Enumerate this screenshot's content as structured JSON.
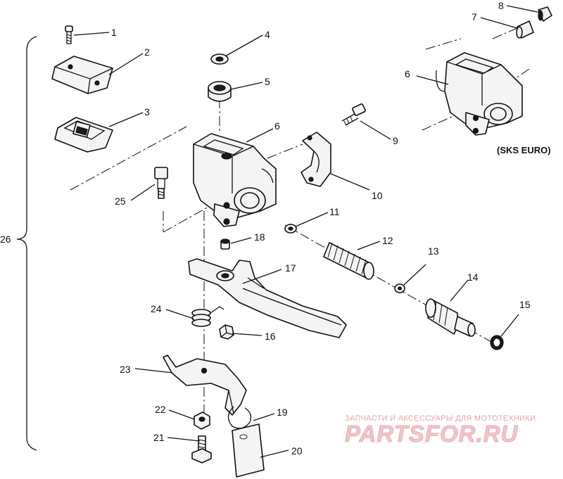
{
  "diagram": {
    "callouts": [
      "1",
      "2",
      "3",
      "4",
      "5",
      "6",
      "7",
      "8",
      "9",
      "10",
      "11",
      "12",
      "13",
      "14",
      "15",
      "16",
      "17",
      "18",
      "19",
      "20",
      "21",
      "22",
      "23",
      "24",
      "25",
      "26"
    ],
    "callout_6_inset": "6",
    "variant_label": "(SKS EURO)"
  },
  "watermark": {
    "tagline": "ЗАПЧАСТИ И АКСЕССУАРЫ ДЛЯ МОТОТЕХНИКИ",
    "brand": "PARTSFOR.RU"
  }
}
